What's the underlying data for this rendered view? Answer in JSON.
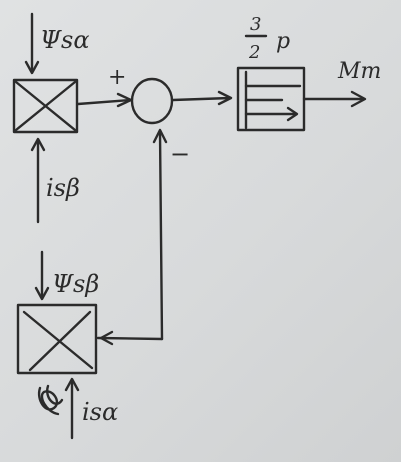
{
  "diagram": {
    "labels": {
      "psi_sa": "Ψsα",
      "i_sb": "isβ",
      "psi_sb": "Ψsβ",
      "i_sa": "isα",
      "plus": "+",
      "minus": "−",
      "gain_num": "3",
      "gain_den": "2",
      "gain_p": "p",
      "output": "Mm"
    },
    "colors": {
      "ink": "#2b2b2b",
      "paper": "#dcdedf"
    }
  }
}
